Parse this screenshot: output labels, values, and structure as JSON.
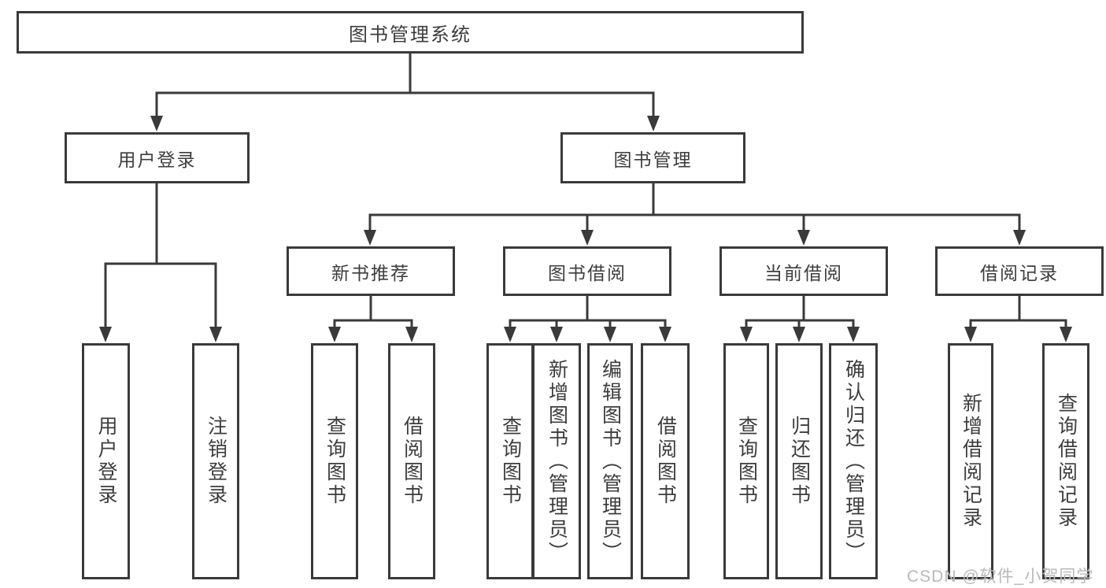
{
  "diagram": {
    "root": {
      "label": "图书管理系统"
    },
    "level2": [
      {
        "label": "用户登录"
      },
      {
        "label": "图书管理"
      }
    ],
    "level3": [
      {
        "label": "新书推荐"
      },
      {
        "label": "图书借阅"
      },
      {
        "label": "当前借阅"
      },
      {
        "label": "借阅记录"
      }
    ],
    "leaves": [
      {
        "label": "用户登录"
      },
      {
        "label": "注销登录"
      },
      {
        "label": "查询图书"
      },
      {
        "label": "借阅图书"
      },
      {
        "label": "查询图书"
      },
      {
        "label": "新增图书（管理员）"
      },
      {
        "label": "编辑图书（管理员）"
      },
      {
        "label": "借阅图书"
      },
      {
        "label": "查询图书"
      },
      {
        "label": "归还图书"
      },
      {
        "label": "确认归还（管理员）"
      },
      {
        "label": "新增借阅记录"
      },
      {
        "label": "查询借阅记录"
      }
    ],
    "watermark": "CSDN @软件_小贺同学",
    "colors": {
      "line": "#3a3a3a",
      "text": "#3d3d3d",
      "background": "#ffffff",
      "watermark": "#b9b9b9"
    }
  }
}
